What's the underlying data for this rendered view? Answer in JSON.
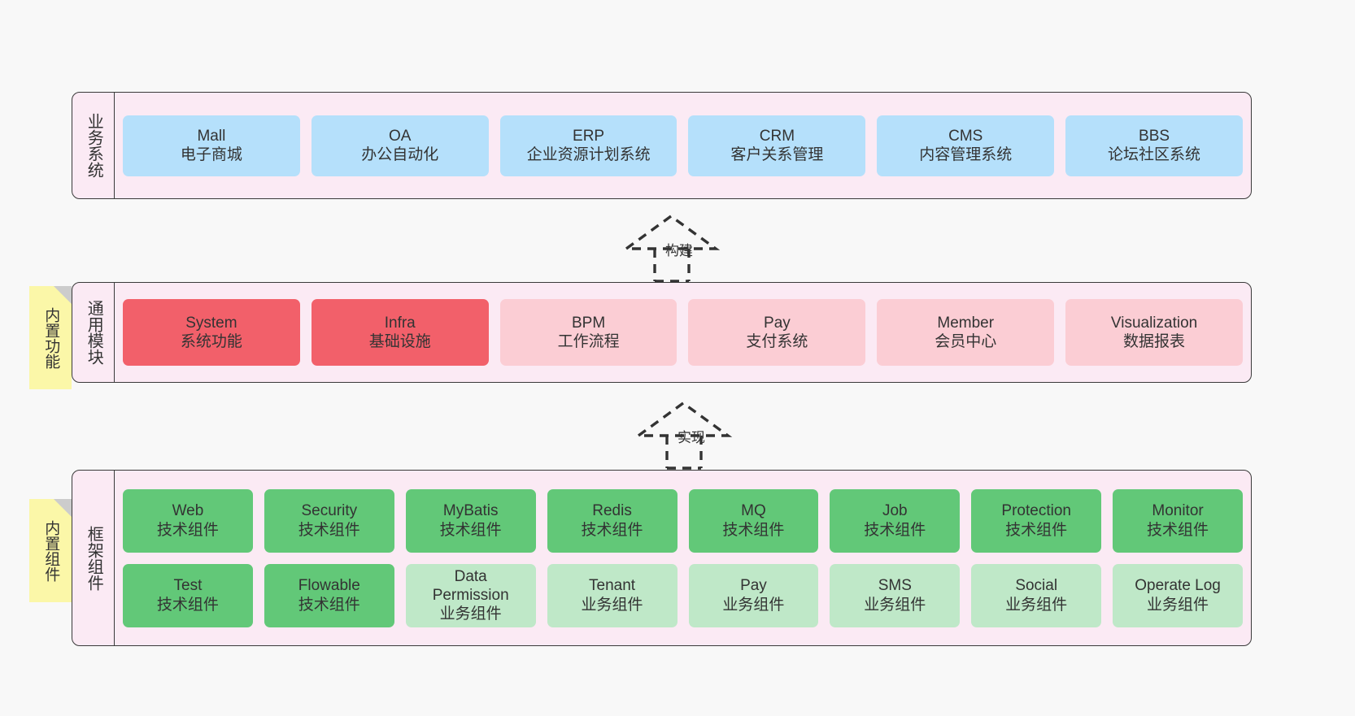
{
  "layers": [
    {
      "id": "business-systems",
      "title": "业务系统",
      "cards": [
        {
          "en": "Mall",
          "cn": "电子商城"
        },
        {
          "en": "OA",
          "cn": "办公自动化"
        },
        {
          "en": "ERP",
          "cn": "企业资源计划系统"
        },
        {
          "en": "CRM",
          "cn": "客户关系管理"
        },
        {
          "en": "CMS",
          "cn": "内容管理系统"
        },
        {
          "en": "BBS",
          "cn": "论坛社区系统"
        }
      ]
    },
    {
      "id": "common-modules",
      "title": "通用模块",
      "sticky": "内置功能",
      "cards": [
        {
          "en": "System",
          "cn": "系统功能",
          "emphasis": true
        },
        {
          "en": "Infra",
          "cn": "基础设施",
          "emphasis": true
        },
        {
          "en": "BPM",
          "cn": "工作流程",
          "emphasis": false
        },
        {
          "en": "Pay",
          "cn": "支付系统",
          "emphasis": false
        },
        {
          "en": "Member",
          "cn": "会员中心",
          "emphasis": false
        },
        {
          "en": "Visualization",
          "cn": "数据报表",
          "emphasis": false
        }
      ]
    },
    {
      "id": "framework-components",
      "title": "框架组件",
      "sticky": "内置组件",
      "rows": [
        [
          {
            "en": "Web",
            "cn": "技术组件",
            "kind": "tech"
          },
          {
            "en": "Security",
            "cn": "技术组件",
            "kind": "tech"
          },
          {
            "en": "MyBatis",
            "cn": "技术组件",
            "kind": "tech"
          },
          {
            "en": "Redis",
            "cn": "技术组件",
            "kind": "tech"
          },
          {
            "en": "MQ",
            "cn": "技术组件",
            "kind": "tech"
          },
          {
            "en": "Job",
            "cn": "技术组件",
            "kind": "tech"
          },
          {
            "en": "Protection",
            "cn": "技术组件",
            "kind": "tech"
          },
          {
            "en": "Monitor",
            "cn": "技术组件",
            "kind": "tech"
          }
        ],
        [
          {
            "en": "Test",
            "cn": "技术组件",
            "kind": "tech"
          },
          {
            "en": "Flowable",
            "cn": "技术组件",
            "kind": "tech"
          },
          {
            "en": "Data Permission",
            "cn": "业务组件",
            "kind": "biz"
          },
          {
            "en": "Tenant",
            "cn": "业务组件",
            "kind": "biz"
          },
          {
            "en": "Pay",
            "cn": "业务组件",
            "kind": "biz"
          },
          {
            "en": "SMS",
            "cn": "业务组件",
            "kind": "biz"
          },
          {
            "en": "Social",
            "cn": "业务组件",
            "kind": "biz"
          },
          {
            "en": "Operate Log",
            "cn": "业务组件",
            "kind": "biz"
          }
        ]
      ]
    }
  ],
  "connectors": [
    {
      "id": "build",
      "label": "构建"
    },
    {
      "id": "implement",
      "label": "实现"
    }
  ],
  "colors": {
    "band_bg": "#fbeaf4",
    "band_border": "#3a3a3a",
    "business_card": "#b5e0fb",
    "module_strong": "#f2606a",
    "module_light": "#fbcdd4",
    "tech_component": "#62c878",
    "business_component": "#bfe8c8",
    "sticky_note": "#fbf7a8",
    "page_bg": "#f8f8f8"
  }
}
